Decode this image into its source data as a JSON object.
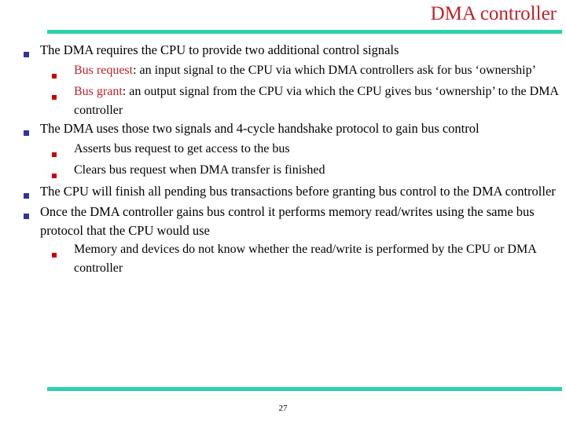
{
  "slide": {
    "title": "DMA controller",
    "title_color": "#C0202A",
    "rule_color": "#2BD1AC",
    "level1_marker_color": "#333399",
    "level2_marker_color": "#CC0000",
    "page_number": "27",
    "bullets": [
      {
        "level": 1,
        "text": "The DMA requires the CPU to provide two additional control signals"
      },
      {
        "level": 2,
        "highlight": "Bus request",
        "text": ": an input signal to the CPU via which DMA controllers ask for bus ‘ownership’"
      },
      {
        "level": 2,
        "highlight": "Bus grant",
        "text": ": an output signal from the CPU via which the CPU gives bus ‘ownership’ to the DMA controller"
      },
      {
        "level": 1,
        "text": "The DMA uses those two signals and 4-cycle handshake protocol to gain bus control"
      },
      {
        "level": 2,
        "text": "Asserts bus request to get access to the bus"
      },
      {
        "level": 2,
        "text": "Clears bus request when DMA transfer is finished"
      },
      {
        "level": 1,
        "text": "The CPU will finish all pending bus transactions before granting bus control to the DMA controller"
      },
      {
        "level": 1,
        "text": "Once the DMA controller gains bus control it performs memory read/writes using the same bus protocol that the CPU would use"
      },
      {
        "level": 2,
        "text": "Memory and devices do not know whether the read/write is performed by the CPU or DMA controller"
      }
    ]
  }
}
